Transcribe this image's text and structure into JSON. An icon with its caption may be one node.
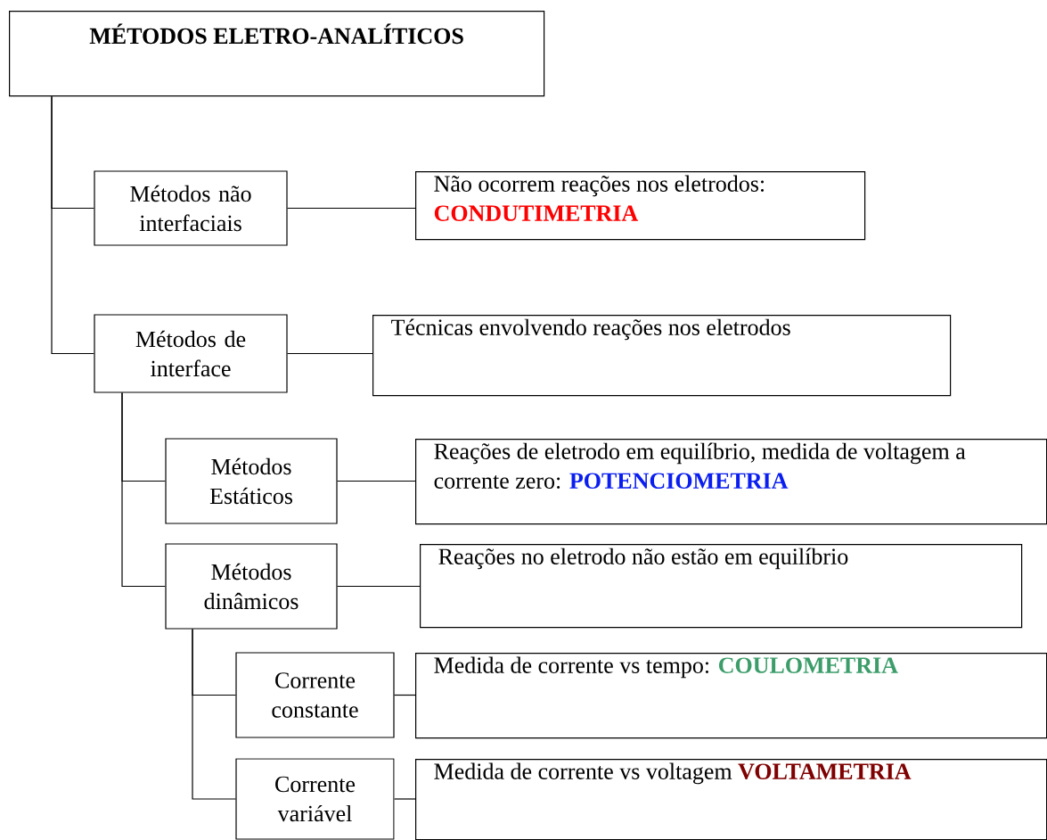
{
  "diagram": {
    "nodes": [
      {
        "text": [
          "MÉTODOS ELETRO-ANALÍTICOS"
        ]
      },
      {
        "text": [
          "Métodos não interfaciais"
        ]
      },
      {
        "text": [
          "Não ocorrem reações nos eletrodos:",
          "CONDUTIMETRIA"
        ]
      },
      {
        "text": [
          "Métodos de interface"
        ]
      },
      {
        "text": [
          "Técnicas envolvendo reações nos eletrodos"
        ]
      },
      {
        "text": [
          "Métodos Estáticos"
        ]
      },
      {
        "text": [
          "Reações de eletrodo em equilíbrio, medida de voltagem a corrente zero:",
          "POTENCIOMETRIA"
        ]
      },
      {
        "text": [
          "Métodos dinâmicos"
        ]
      },
      {
        "text": [
          "Reações no eletrodo não estão em equilíbrio"
        ]
      },
      {
        "text": [
          "Corrente constante"
        ]
      },
      {
        "text": [
          "Medida de corrente vs tempo:",
          "COULOMETRIA"
        ]
      },
      {
        "text": [
          "Corrente variável"
        ]
      },
      {
        "text": [
          "Medida de corrente vs voltagem",
          "VOLTAMETRIA"
        ]
      }
    ],
    "edges": [
      {
        "from": 0,
        "to": 1,
        "arrow": "none"
      },
      {
        "from": 0,
        "to": 3,
        "arrow": "none"
      },
      {
        "from": 1,
        "to": 2,
        "arrow": "none"
      },
      {
        "from": 3,
        "to": 4,
        "arrow": "none"
      },
      {
        "from": 3,
        "to": 5,
        "arrow": "none"
      },
      {
        "from": 3,
        "to": 7,
        "arrow": "none"
      },
      {
        "from": 5,
        "to": 6,
        "arrow": "none"
      },
      {
        "from": 7,
        "to": 8,
        "arrow": "none"
      },
      {
        "from": 7,
        "to": 9,
        "arrow": "none"
      },
      {
        "from": 7,
        "to": 11,
        "arrow": "none"
      },
      {
        "from": 9,
        "to": 10,
        "arrow": "none"
      },
      {
        "from": 11,
        "to": 12,
        "arrow": "none"
      }
    ]
  }
}
